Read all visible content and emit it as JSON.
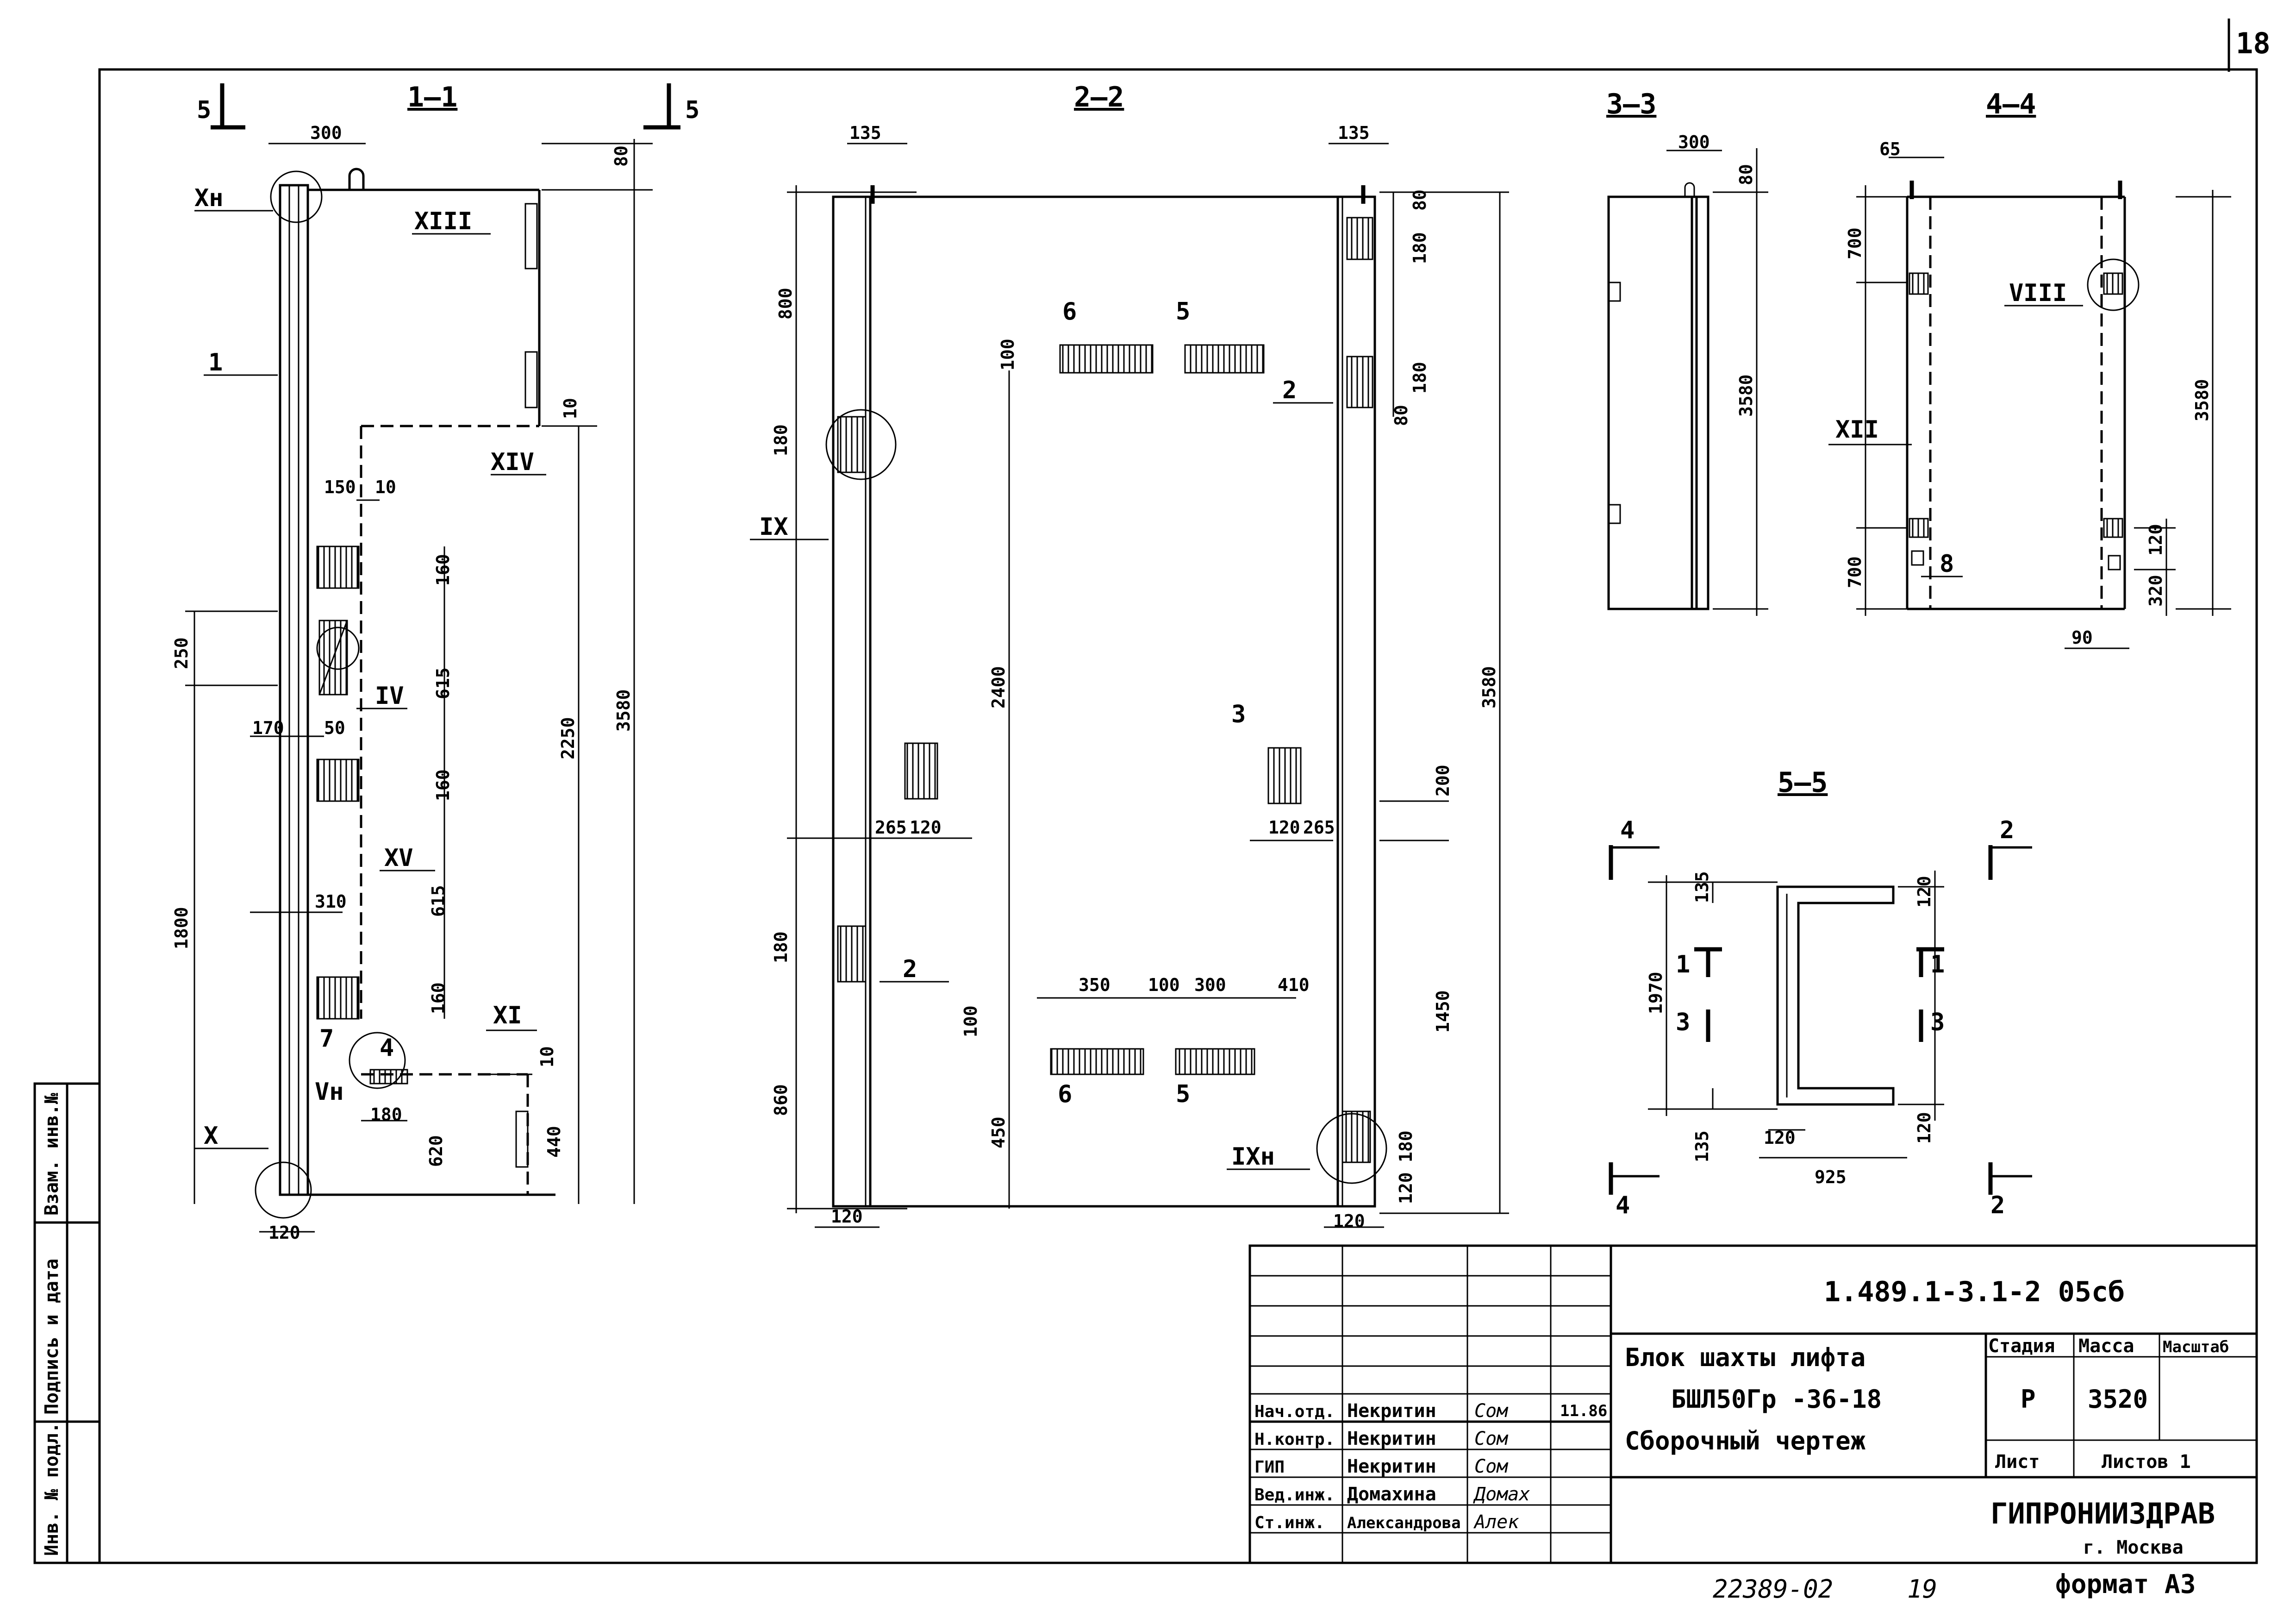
{
  "sheet_number": "18",
  "section_1_1": {
    "title": "1–1",
    "cut_marks": [
      "5",
      "5"
    ],
    "dims": [
      "300",
      "80",
      "10",
      "150",
      "10",
      "160",
      "250",
      "615",
      "170",
      "50",
      "160",
      "2250",
      "3580",
      "1800",
      "310",
      "615",
      "160",
      "180",
      "620",
      "10",
      "440",
      "120"
    ],
    "callouts": [
      "Xн",
      "XIII",
      "XIV",
      "IV",
      "XV",
      "XI",
      "X",
      "Vн"
    ],
    "items": [
      "1",
      "7",
      "4"
    ]
  },
  "section_2_2": {
    "title": "2–2",
    "dims": [
      "135",
      "135",
      "80",
      "180",
      "800",
      "100",
      "180",
      "80",
      "180",
      "2400",
      "3580",
      "265",
      "120",
      "120",
      "265",
      "200",
      "180",
      "350",
      "100",
      "300",
      "410",
      "100",
      "1450",
      "860",
      "450",
      "180",
      "120",
      "120",
      "120"
    ],
    "callouts": [
      "IX",
      "IXн"
    ],
    "items": [
      "6",
      "5",
      "2",
      "3",
      "2",
      "6",
      "5"
    ]
  },
  "section_3_3": {
    "title": "3–3",
    "dims": [
      "300",
      "80",
      "3580"
    ]
  },
  "section_4_4": {
    "title": "4–4",
    "dims": [
      "65",
      "700",
      "3580",
      "700",
      "120",
      "320",
      "90"
    ],
    "callouts": [
      "VIII",
      "XII"
    ],
    "items": [
      "8"
    ]
  },
  "section_5_5": {
    "title": "5–5",
    "dims": [
      "135",
      "120",
      "1970",
      "135",
      "120",
      "120",
      "925"
    ],
    "cut_marks": [
      "4",
      "2",
      "1",
      "3",
      "1",
      "3",
      "4",
      "2"
    ]
  },
  "side_stamp": {
    "labels": [
      "Инв. № подл.",
      "Подпись и дата",
      "Взам. инв.№"
    ]
  },
  "title_block": {
    "code": "1.489.1-3.1-2 05сб",
    "name_line1": "Блок шахты лифта",
    "name_line2": "БШЛ50Гр -36-18",
    "name_line3": "Сборочный чертеж",
    "stage_label": "Стадия",
    "mass_label": "Масса",
    "scale_label": "Масштаб",
    "stage_value": "Р",
    "mass_value": "3520",
    "sheet_label": "Лист",
    "sheets_label": "Листов 1",
    "org": "ГИПРОНИИЗДРАВ",
    "city": "г. Москва",
    "date": "11.86",
    "people": [
      {
        "role": "Нач.отд.",
        "name": "Некритин",
        "sign": "Сом"
      },
      {
        "role": "Н.контр.",
        "name": "Некритин",
        "sign": "Сом"
      },
      {
        "role": "ГИП",
        "name": "Некритин",
        "sign": "Сом"
      },
      {
        "role": "Вед.инж.",
        "name": "Домахина",
        "sign": "Домах"
      },
      {
        "role": "Ст.инж.",
        "name": "Александрова",
        "sign": "Алек"
      }
    ]
  },
  "footer": {
    "order": "22389-02",
    "page": "19",
    "format": "формат А3"
  }
}
